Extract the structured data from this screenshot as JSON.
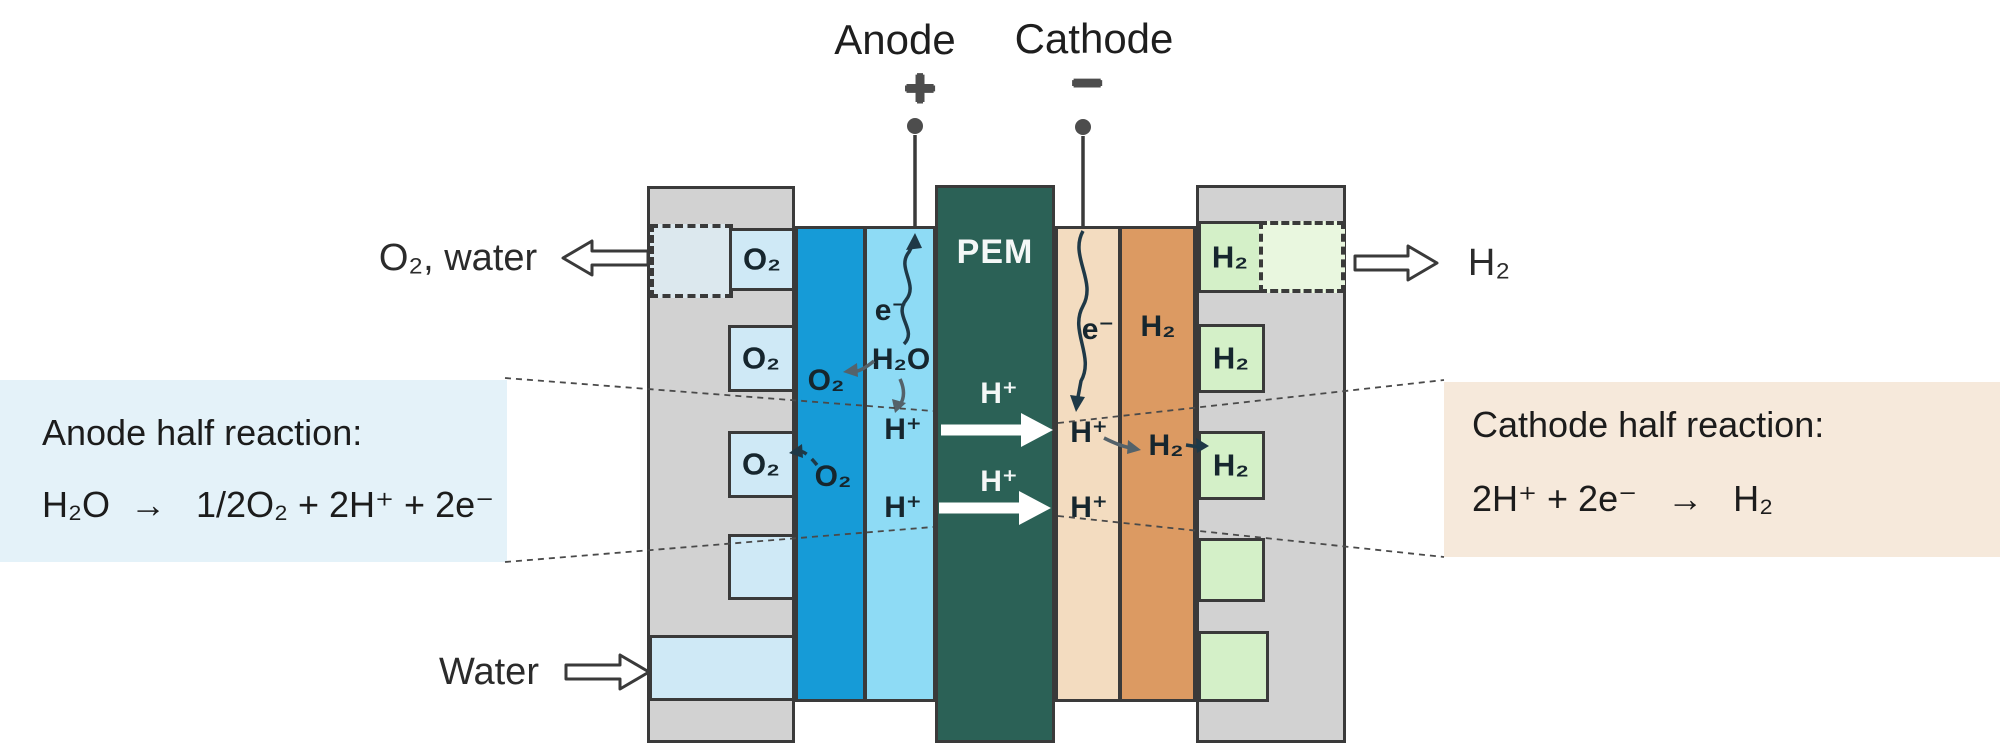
{
  "terminals": {
    "anode_label": "Anode",
    "anode_sign": "+",
    "cathode_label": "Cathode",
    "cathode_sign": "−"
  },
  "streams": {
    "outlet_left": "O₂, water",
    "inlet_left": "Water",
    "outlet_right": "H₂"
  },
  "membrane": {
    "label": "PEM",
    "proton_top": "H⁺",
    "proton_bottom": "H⁺"
  },
  "anode": {
    "channel_top": "O₂",
    "channel_mid": "O₂",
    "channel_low": "O₂",
    "gas_upper": "O₂",
    "gas_lower": "O₂",
    "electron": "e⁻",
    "water": "H₂O",
    "proton_top": "H⁺",
    "proton_bottom": "H⁺"
  },
  "cathode": {
    "channel_top": "H₂",
    "channel_mid": "H₂",
    "channel_low": "H₂",
    "electron": "e⁻",
    "proton_top": "H⁺",
    "proton_bottom": "H⁺",
    "gas_layer": "H₂",
    "gas_formed": "H₂"
  },
  "reactions": {
    "anode_title": "Anode half reaction:",
    "anode_equation": "H₂O  →   1/2O₂ + 2H⁺ + 2e⁻",
    "cathode_title": "Cathode half reaction:",
    "cathode_equation": "2H⁺ + 2e⁻   →   H₂"
  },
  "colors": {
    "outline": "#3a3a3a",
    "plate_gray": "#d2d2d2",
    "anode_gdl_blue": "#169bd7",
    "anode_catalyst_blue": "#8edbf5",
    "pem_green": "#2b6156",
    "cathode_catalyst_tan": "#f3dcc0",
    "cathode_gdl_orange": "#dc9a62",
    "o2_channel_blue": "#cfe9f6",
    "h2_channel_green": "#d4f0c8",
    "anode_note_bg": "#e4f2f9",
    "cathode_note_bg": "#f6e9db"
  }
}
